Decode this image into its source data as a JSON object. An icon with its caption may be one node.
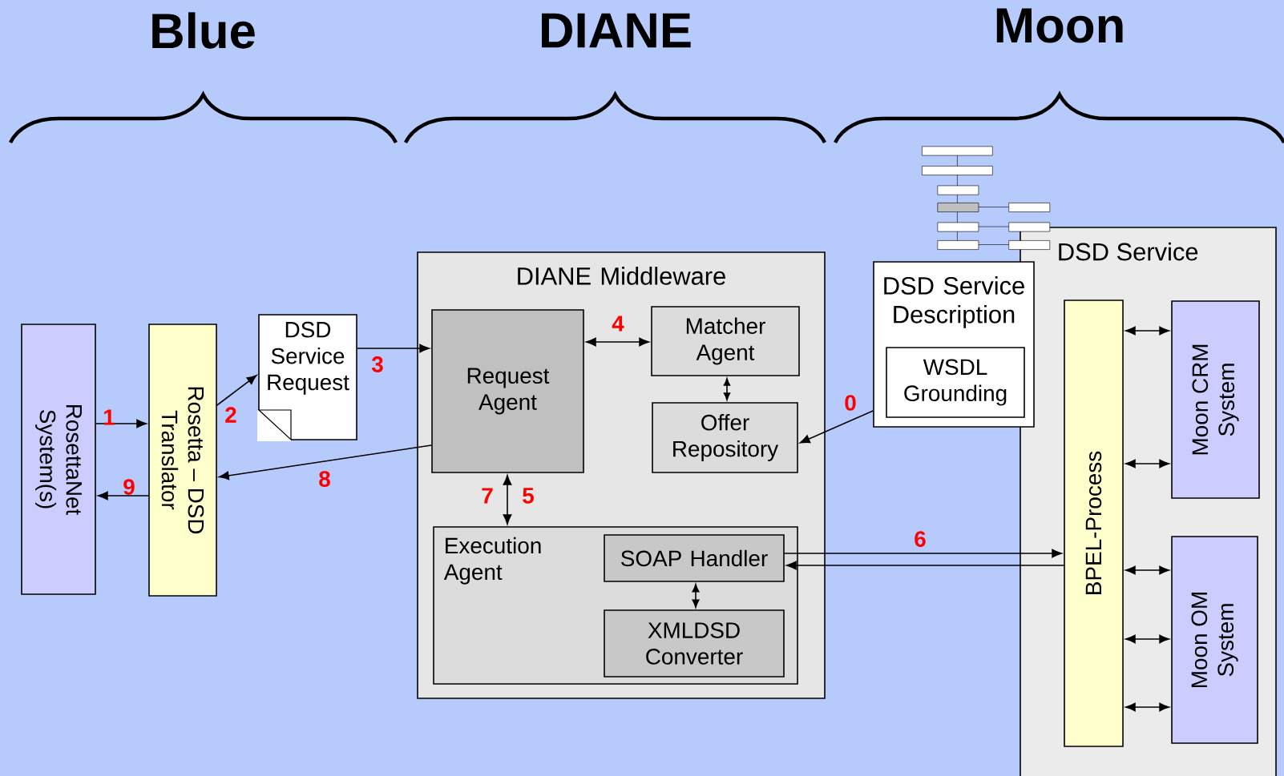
{
  "diagram": {
    "nodes": [
      {
        "text": [
          "RosettaNet System(s)"
        ]
      },
      {
        "text": [
          "Rosetta – DSD Translator"
        ]
      },
      {
        "text": [
          "DSD Service Request"
        ]
      },
      {
        "text": [
          "DIANE Middleware"
        ]
      },
      {
        "text": [
          "Request Agent"
        ],
        "in": 3
      },
      {
        "text": [
          "Matcher Agent"
        ],
        "in": 3
      },
      {
        "text": [
          "Offer Repository"
        ],
        "in": 3
      },
      {
        "text": [
          "Execution Agent"
        ],
        "in": 3
      },
      {
        "text": [
          "SOAP Handler"
        ],
        "in": 7
      },
      {
        "text": [
          "XMLDSD Converter"
        ],
        "in": 7
      },
      {
        "text": [
          "DSD Service"
        ]
      },
      {
        "text": [
          "DSD Service Description"
        ]
      },
      {
        "text": [
          "WSDL Grounding"
        ],
        "in": 11
      },
      {
        "text": [
          "BPEL-Process"
        ],
        "in": 10
      },
      {
        "text": [
          "Moon CRM System"
        ],
        "in": 10
      },
      {
        "text": [
          "Moon OM System"
        ],
        "in": 10
      }
    ],
    "edges": [
      {
        "from": 0,
        "to": 1,
        "arrow": "to",
        "label": "1"
      },
      {
        "from": 1,
        "to": 2,
        "arrow": "to",
        "label": "2"
      },
      {
        "from": 2,
        "to": 4,
        "arrow": "to",
        "label": "3"
      },
      {
        "from": 4,
        "to": 5,
        "arrow": "both",
        "label": "4"
      },
      {
        "from": 5,
        "to": 6,
        "arrow": "both"
      },
      {
        "from": 11,
        "to": 6,
        "arrow": "to",
        "label": "0"
      },
      {
        "from": 4,
        "to": 7,
        "arrow": "both",
        "label": "7"
      },
      {
        "from": 8,
        "to": 13,
        "arrow": "to",
        "label": "6"
      },
      {
        "from": 13,
        "to": 8,
        "arrow": "to"
      },
      {
        "from": 4,
        "to": 1,
        "arrow": "to",
        "label": "8"
      },
      {
        "from": 1,
        "to": 0,
        "arrow": "to",
        "label": "9"
      },
      {
        "from": 8,
        "to": 9,
        "arrow": "both"
      },
      {
        "from": 13,
        "to": 14,
        "arrow": "both"
      },
      {
        "from": 13,
        "to": 14,
        "arrow": "both"
      },
      {
        "from": 13,
        "to": 15,
        "arrow": "both"
      },
      {
        "from": 13,
        "to": 15,
        "arrow": "both"
      },
      {
        "from": 13,
        "to": 15,
        "arrow": "both"
      }
    ],
    "labels": [
      "Blue",
      "DIANE",
      "Moon",
      "5"
    ]
  }
}
